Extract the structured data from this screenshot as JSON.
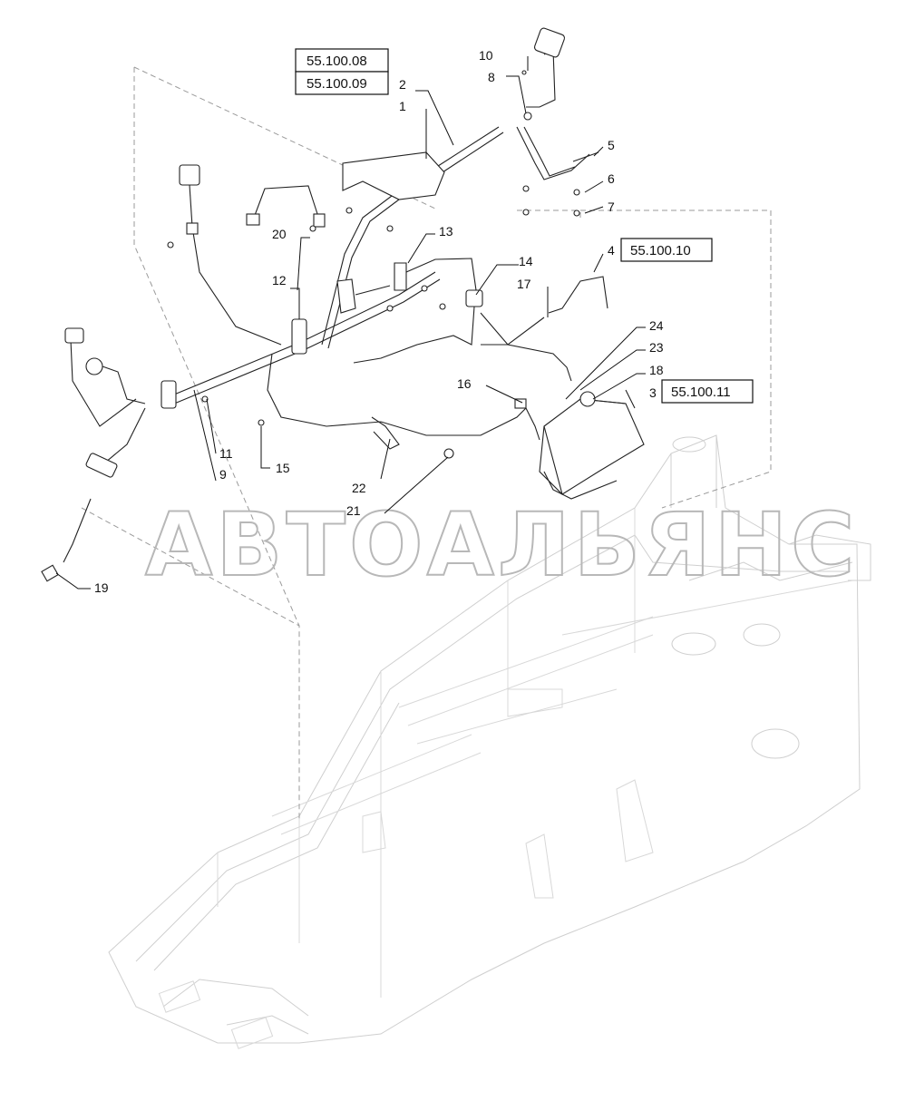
{
  "watermark": "АВТОАЛЬЯНС",
  "reference_boxes": {
    "ref_a": "55.100.08",
    "ref_b": "55.100.09",
    "ref_c": "55.100.10",
    "ref_d": "55.100.11"
  },
  "callouts": {
    "c1": "1",
    "c2": "2",
    "c3": "3",
    "c4": "4",
    "c5": "5",
    "c6": "6",
    "c7": "7",
    "c8": "8",
    "c9": "9",
    "c10": "10",
    "c11": "11",
    "c12": "12",
    "c13": "13",
    "c14": "14",
    "c15": "15",
    "c16": "16",
    "c17": "17",
    "c18": "18",
    "c19": "19",
    "c20": "20",
    "c21": "21",
    "c22": "22",
    "c23": "23",
    "c24": "24"
  },
  "colors": {
    "line": "#222222",
    "frame": "#cfcfcf",
    "watermark": "#b8b8b8",
    "background": "#ffffff"
  }
}
